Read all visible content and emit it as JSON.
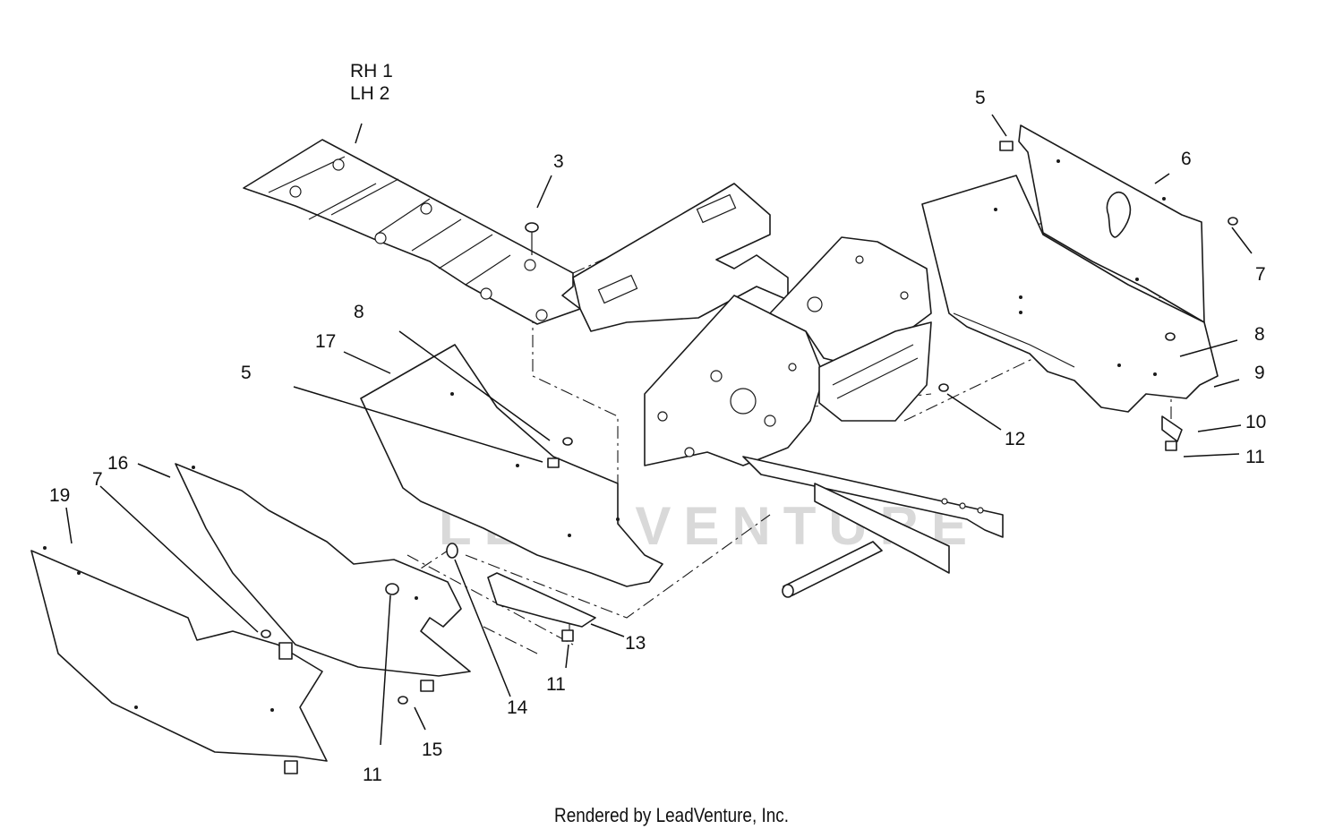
{
  "watermark": "LEADVENTURE",
  "credit": "Rendered by LeadVenture, Inc.",
  "callouts": {
    "rh_lh_line1": "RH 1",
    "rh_lh_line2": "LH 2",
    "c3": "3",
    "c5_top": "5",
    "c6": "6",
    "c7_right": "7",
    "c8_right": "8",
    "c9": "9",
    "c10": "10",
    "c11_right": "11",
    "c12": "12",
    "c8_left": "8",
    "c17": "17",
    "c5_left": "5",
    "c16": "16",
    "c7_left": "7",
    "c19": "19",
    "c13": "13",
    "c11_center": "11",
    "c14": "14",
    "c15": "15",
    "c11_bottom": "11"
  }
}
